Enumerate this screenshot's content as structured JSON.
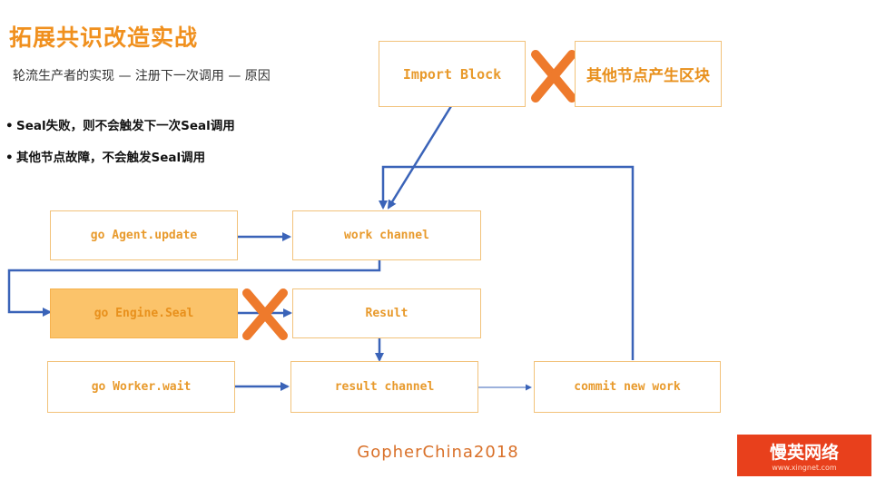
{
  "header": {
    "title": "拓展共识改造实战",
    "subtitle": "轮流生产者的实现 — 注册下一次调用 — 原因"
  },
  "bullets": [
    "Seal失败，则不会触发下一次Seal调用",
    "其他节点故障，不会触发Seal调用"
  ],
  "diagram": {
    "nodes": {
      "import_block": "Import Block",
      "other_node_block": "其他节点产生区块",
      "agent_update": "go Agent.update",
      "work_channel": "work channel",
      "engine_seal": "go Engine.Seal",
      "result": "Result",
      "worker_wait": "go Worker.wait",
      "result_channel": "result channel",
      "commit_new_work": "commit new work"
    },
    "failure_markers": [
      "other_node_block → import_block",
      "engine_seal → result"
    ],
    "colors": {
      "accent": "#f0901e",
      "box_border": "#f2c27a",
      "filled_box": "#fbc36a",
      "arrow": "#3a63b8",
      "cross": "#ee7a2c"
    }
  },
  "footer": {
    "event": "GopherChina2018"
  },
  "logo": {
    "brand": "慢英网络",
    "url": "www.xingnet.com"
  }
}
